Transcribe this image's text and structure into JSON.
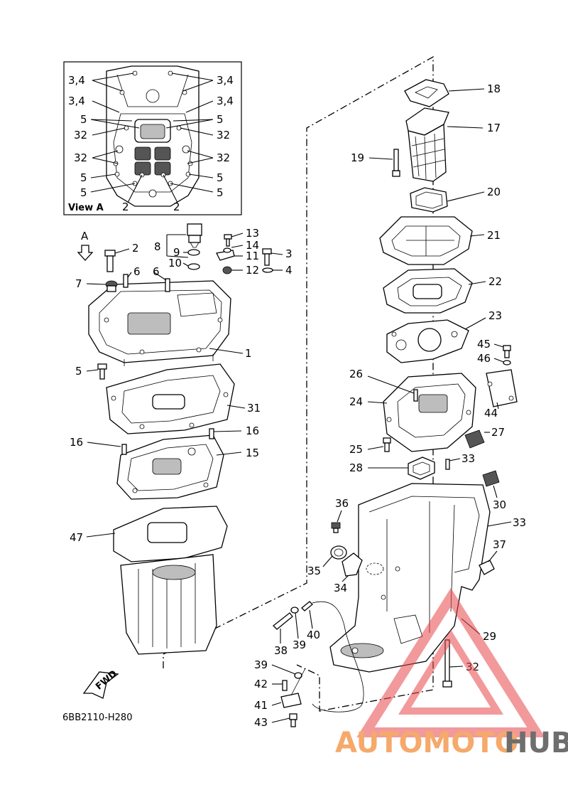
{
  "view_label": "View A",
  "view_arrow_label": "A",
  "fwd_label": "FWD",
  "drawing_code": "6BB2110-H280",
  "watermark": {
    "part1": "AUTOMOTO",
    "part2": "HUB",
    "color1": "#f5a96b",
    "color2": "#6e6e6e",
    "triangle_color": "#e8474c"
  },
  "view_callouts": {
    "l1": "3,4",
    "l2": "3,4",
    "l3": "5",
    "l4": "32",
    "l5": "32",
    "l6": "5",
    "l7": "5",
    "l8": "2",
    "r1": "3,4",
    "r2": "3,4",
    "r3": "5",
    "r4": "32",
    "r5": "32",
    "r6": "5",
    "r7": "5",
    "r8": "2"
  },
  "callouts": {
    "p1": "1",
    "p2": "2",
    "p3": "3",
    "p4": "4",
    "p5": "5",
    "p6a": "6",
    "p6b": "6",
    "p7": "7",
    "p8": "8",
    "p9": "9",
    "p10": "10",
    "p11": "11",
    "p12": "12",
    "p13": "13",
    "p14": "14",
    "p15": "15",
    "p16a": "16",
    "p16b": "16",
    "p17": "17",
    "p18": "18",
    "p19": "19",
    "p20": "20",
    "p21": "21",
    "p22": "22",
    "p23": "23",
    "p24": "24",
    "p25": "25",
    "p26": "26",
    "p27": "27",
    "p28": "28",
    "p29": "29",
    "p30": "30",
    "p31": "31",
    "p32": "32",
    "p33a": "33",
    "p33b": "33",
    "p34": "34",
    "p35": "35",
    "p36": "36",
    "p37": "37",
    "p38": "38",
    "p39a": "39",
    "p39b": "39",
    "p40": "40",
    "p41": "41",
    "p42": "42",
    "p43": "43",
    "p44": "44",
    "p45": "45",
    "p46": "46",
    "p47": "47"
  }
}
